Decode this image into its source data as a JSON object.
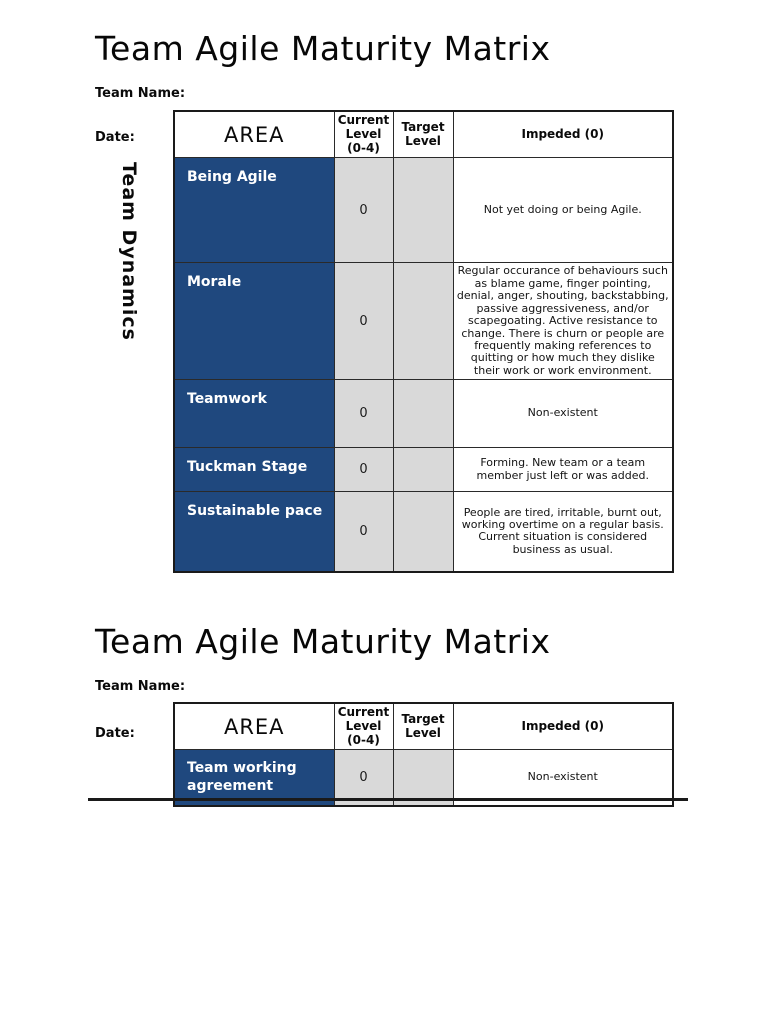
{
  "colors": {
    "area_blue": "#1F487E",
    "level_gray": "#D9D9D9"
  },
  "section1": {
    "title": "Team Agile Maturity Matrix",
    "team_name_label": "Team Name:",
    "date_label": "Date:",
    "category_label": "Team Dynamics",
    "table": {
      "headers": {
        "area": "AREA",
        "current_level": "Current Level (0-4)",
        "target_level": "Target Level",
        "impeded": "Impeded (0)"
      },
      "rows": [
        {
          "area": "Being Agile",
          "current_level": "0",
          "target_level": "",
          "impeded": "Not yet doing or being Agile."
        },
        {
          "area": "Morale",
          "current_level": "0",
          "target_level": "",
          "impeded": "Regular occurance of behaviours such as blame game, finger pointing, denial, anger, shouting, backstabbing, passive aggressiveness, and/or scapegoating. Active resistance to change. There is churn or people are frequently making references to quitting or how much they dislike their work or work environment."
        },
        {
          "area": "Teamwork",
          "current_level": "0",
          "target_level": "",
          "impeded": "Non-existent"
        },
        {
          "area": "Tuckman Stage",
          "current_level": "0",
          "target_level": "",
          "impeded": "Forming. New team or a team member just left or was added."
        },
        {
          "area": "Sustainable pace",
          "current_level": "0",
          "target_level": "",
          "impeded": "People are tired, irritable, burnt out, working overtime on a regular basis. Current situation is considered business as usual."
        }
      ]
    }
  },
  "section2": {
    "title": "Team Agile Maturity Matrix",
    "team_name_label": "Team Name:",
    "date_label": "Date:",
    "table": {
      "headers": {
        "area": "AREA",
        "current_level": "Current Level (0-4)",
        "target_level": "Target Level",
        "impeded": "Impeded (0)"
      },
      "rows": [
        {
          "area": "Team working agreement",
          "current_level": "0",
          "target_level": "",
          "impeded": "Non-existent"
        }
      ]
    }
  }
}
